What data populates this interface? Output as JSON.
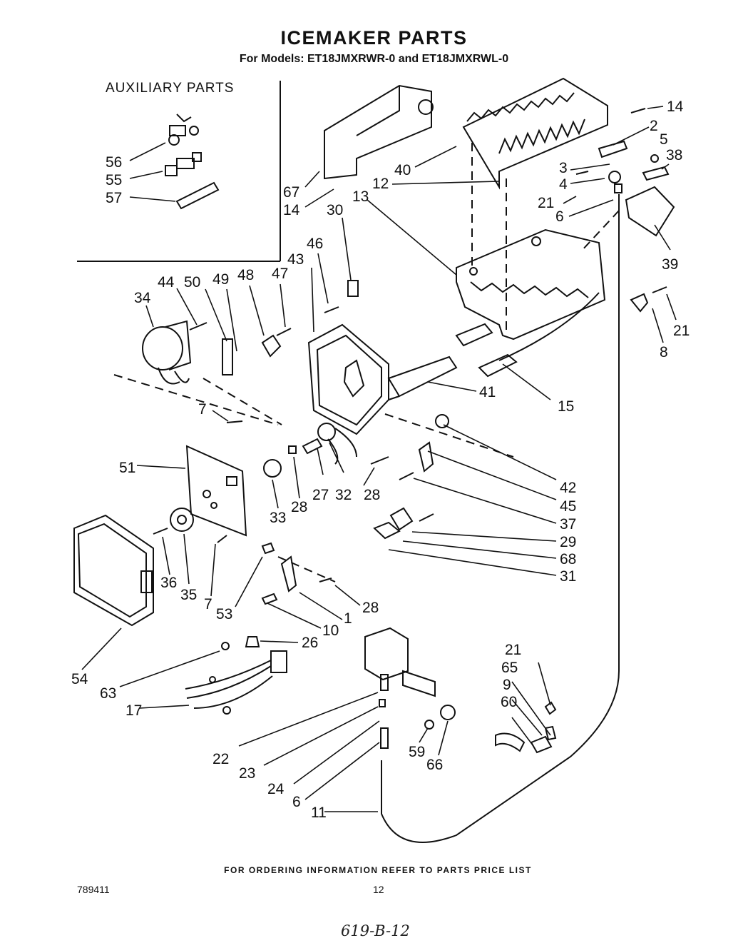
{
  "title": "ICEMAKER PARTS",
  "subtitle": "For Models: ET18JMXRWR-0 and ET18JMXRWL-0",
  "auxiliary_heading": "AUXILIARY PARTS",
  "footer_note": "FOR ORDERING INFORMATION REFER TO PARTS PRICE LIST",
  "document_number": "789411",
  "page_number": "12",
  "handwritten_note": "619-B-12",
  "part_callouts": [
    "56",
    "55",
    "57",
    "67",
    "14",
    "30",
    "40",
    "12",
    "13",
    "14",
    "2",
    "5",
    "3",
    "38",
    "4",
    "21",
    "6",
    "39",
    "46",
    "43",
    "34",
    "44",
    "50",
    "49",
    "48",
    "47",
    "21",
    "8",
    "41",
    "15",
    "7",
    "42",
    "45",
    "51",
    "28",
    "27",
    "32",
    "28",
    "37",
    "33",
    "29",
    "68",
    "31",
    "36",
    "35",
    "7",
    "53",
    "28",
    "1",
    "10",
    "54",
    "63",
    "26",
    "17",
    "21",
    "65",
    "9",
    "60",
    "22",
    "23",
    "59",
    "66",
    "24",
    "6",
    "11"
  ]
}
